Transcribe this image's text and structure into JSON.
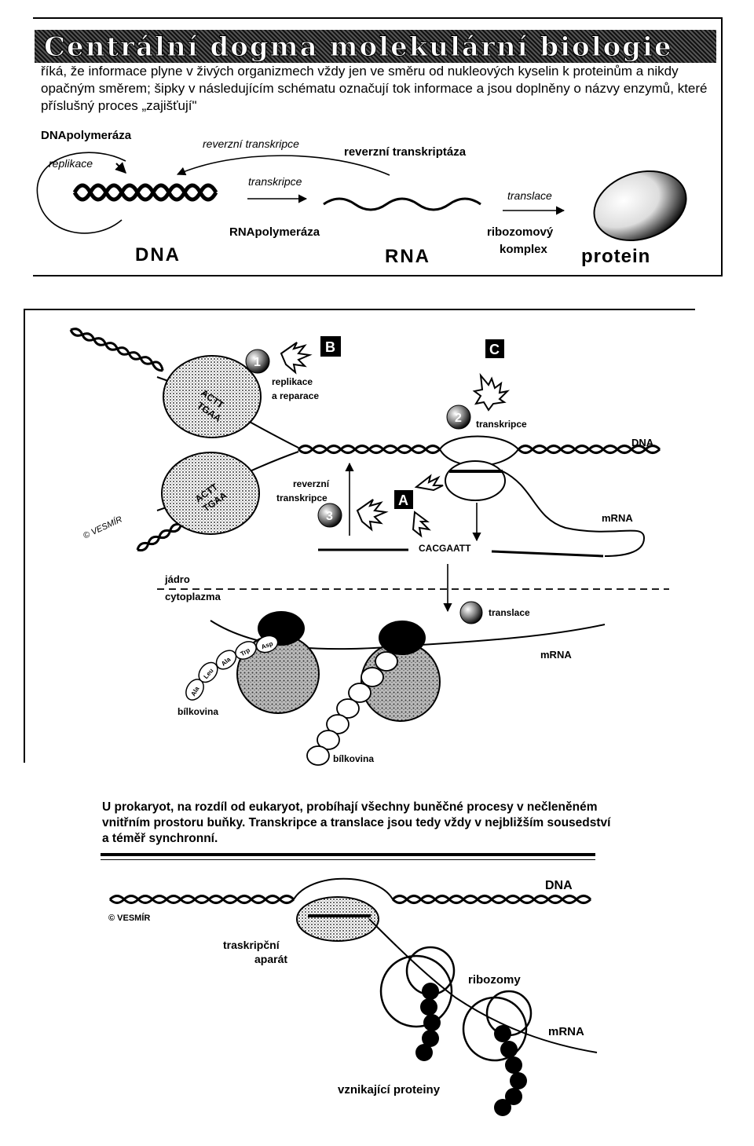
{
  "header": {
    "title": "Centrální dogma molekulární biologie",
    "intro": "říká, že informace plyne v živých organizmech vždy jen ve směru od nukleových kyselin k proteinům a nikdy opačným směrem; šipky v následujícím schématu označují tok informace a jsou doplněny o názvy enzymů, které příslušný proces „zajišťují\""
  },
  "top_diagram": {
    "dna_polymerase": "DNApolymeráza",
    "replication": "replikace",
    "reverse_transcription": "reverzní transkripce",
    "reverse_transcriptase": "reverzní transkriptáza",
    "transcription": "transkripce",
    "translation": "translace",
    "rna_polymerase": "RNApolymeráza",
    "ribosomal_complex_1": "ribozomový",
    "ribosomal_complex_2": "komplex",
    "dna": "DNA",
    "rna": "RNA",
    "protein": "protein"
  },
  "mid_diagram": {
    "marker_b": "B",
    "marker_c": "C",
    "marker_a": "A",
    "num_1": "1",
    "num_2": "2",
    "num_3": "3",
    "replication_repair_1": "replikace",
    "replication_repair_2": "a reparace",
    "transcription": "transkripce",
    "dna": "DNA",
    "mrna": "mRNA",
    "reverse_1": "reverzní",
    "reverse_2": "transkripce",
    "sequence": "CACGAATT",
    "seq_top_1": "ACTT",
    "seq_top_2": "TGAA",
    "seq_bot_1": "ACTT",
    "seq_bot_2": "TGAA",
    "vesmir": "© VESMÍR",
    "nucleus": "jádro",
    "cytoplasm": "cytoplazma",
    "translation": "translace",
    "mrna_cyto": "mRNA",
    "protein_left": "bílkovina",
    "protein_right": "bílkovina",
    "amino_acids": [
      "Ala",
      "Leu",
      "Ala",
      "Trp",
      "Asp"
    ]
  },
  "prokaryote": {
    "text": "U prokaryot, na rozdíl od eukaryot, probíhají všechny buněčné procesy v nečleněném vnitřním prostoru buňky. Transkripce a translace jsou tedy vždy v nejbližším sousedství a téměř synchronní.",
    "dna": "DNA",
    "vesmir": "© VESMÍR",
    "apparatus_1": "traskripční",
    "apparatus_2": "aparát",
    "ribosomes": "ribozomy",
    "mrna": "mRNA",
    "proteins": "vznikající proteiny"
  }
}
